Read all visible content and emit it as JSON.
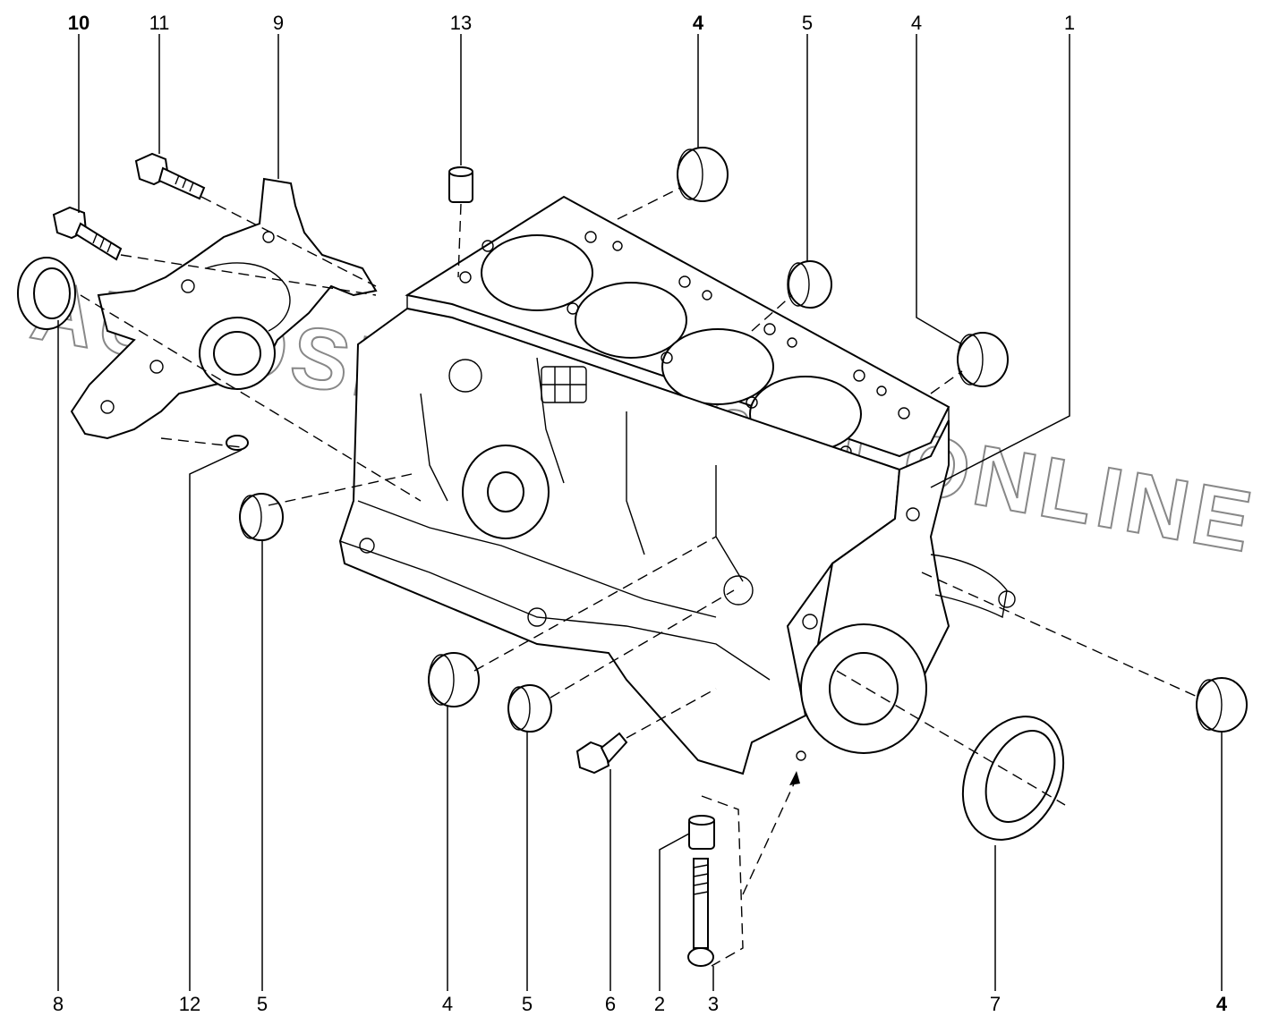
{
  "watermark": "AUTOSKAZKA.SAT.ONLINE",
  "callouts_top": [
    {
      "id": "10",
      "text": "10",
      "bold": true
    },
    {
      "id": "11",
      "text": "11",
      "bold": false
    },
    {
      "id": "9",
      "text": "9",
      "bold": false
    },
    {
      "id": "13",
      "text": "13",
      "bold": false
    },
    {
      "id": "4a",
      "text": "4",
      "bold": true
    },
    {
      "id": "5a",
      "text": "5",
      "bold": false
    },
    {
      "id": "4b",
      "text": "4",
      "bold": false
    },
    {
      "id": "1",
      "text": "1",
      "bold": false
    }
  ],
  "callouts_bottom": [
    {
      "id": "8",
      "text": "8",
      "bold": false
    },
    {
      "id": "12",
      "text": "12",
      "bold": false
    },
    {
      "id": "5b",
      "text": "5",
      "bold": false
    },
    {
      "id": "4c",
      "text": "4",
      "bold": false
    },
    {
      "id": "5c",
      "text": "5",
      "bold": false
    },
    {
      "id": "6",
      "text": "6",
      "bold": false
    },
    {
      "id": "2",
      "text": "2",
      "bold": false
    },
    {
      "id": "3",
      "text": "3",
      "bold": false
    },
    {
      "id": "7",
      "text": "7",
      "bold": false
    },
    {
      "id": "4d",
      "text": "4",
      "bold": true
    }
  ]
}
